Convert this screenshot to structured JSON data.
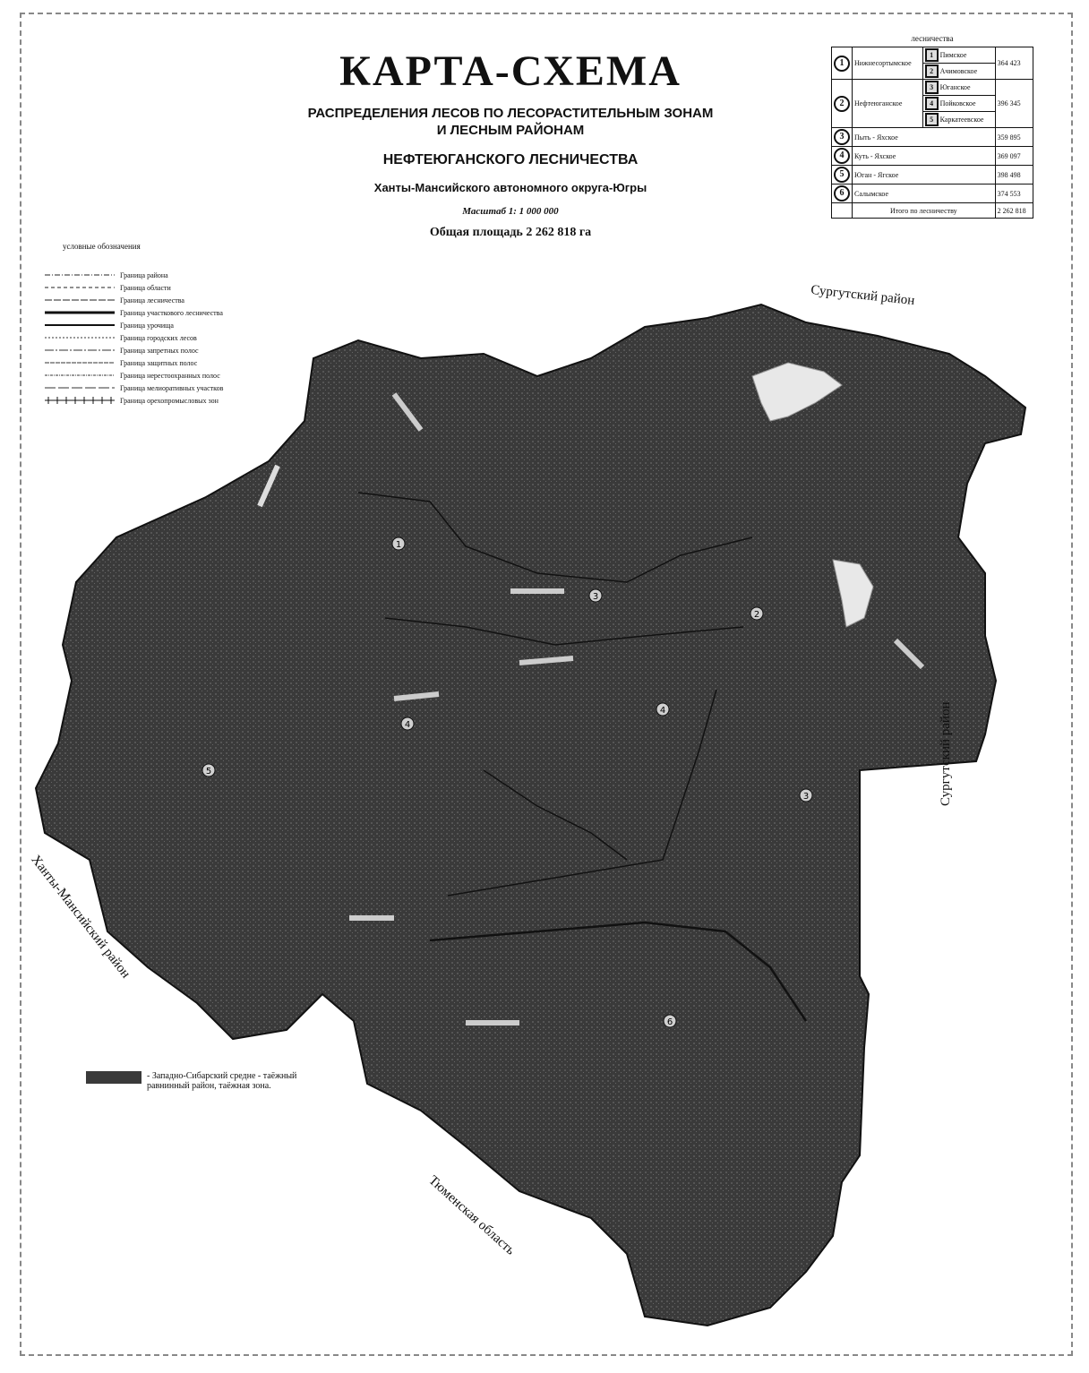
{
  "map": {
    "title": "КАРТА-СХЕМА",
    "subtitle_line1": "РАСПРЕДЕЛЕНИЯ ЛЕСОВ ПО ЛЕСОРАСТИТЕЛЬНЫМ ЗОНАМ",
    "subtitle_line2": "И ЛЕСНЫМ РАЙОНАМ",
    "subtitle_line3": "НЕФТЕЮГАНСКОГО ЛЕСНИЧЕСТВА",
    "subtitle_line4": "Ханты-Мансийского автономного округа-Югры",
    "scale": "Масштаб 1: 1 000 000",
    "total_area": "Общая площадь 2 262 818 га",
    "fill_color": "#3a3a3a"
  },
  "legend": {
    "title": "условные обозначения",
    "items": [
      {
        "label": "Граница района"
      },
      {
        "label": "Граница области"
      },
      {
        "label": "Граница лесничества"
      },
      {
        "label": "Граница участкового лесничества"
      },
      {
        "label": "Граница урочища"
      },
      {
        "label": "Граница городских лесов"
      },
      {
        "label": "Граница запретных полос"
      },
      {
        "label": "Граница защитных полос"
      },
      {
        "label": "Граница нерестоохранных полос"
      },
      {
        "label": "Граница мелиоративных участков"
      },
      {
        "label": "Граница орехопромысловых зон"
      }
    ],
    "forest_zone": "- Западно-Сибарский средне - таёжный равнинный район, таёжная зона."
  },
  "table": {
    "title": "лесничества",
    "rows": [
      {
        "num": "1",
        "name": "Нижнесортымское",
        "sub": [
          {
            "n": "1",
            "label": "Пимское"
          },
          {
            "n": "2",
            "label": "Ачимовское"
          }
        ],
        "area": "364 423"
      },
      {
        "num": "2",
        "name": "Нефтеюганское",
        "sub": [
          {
            "n": "3",
            "label": "Юганское"
          },
          {
            "n": "4",
            "label": "Пойковское"
          },
          {
            "n": "5",
            "label": "Каркатеевское"
          }
        ],
        "area": "396 345"
      },
      {
        "num": "3",
        "name": "Пыть - Яхское",
        "area": "359 895"
      },
      {
        "num": "4",
        "name": "Куть - Яхское",
        "area": "369 097"
      },
      {
        "num": "5",
        "name": "Юган - Ягское",
        "area": "398 498"
      },
      {
        "num": "6",
        "name": "Салымское",
        "area": "374 553"
      }
    ],
    "total_label": "Итого по лесничеству",
    "total_area": "2 262 818"
  },
  "regions": {
    "surgut_top": "Сургутский район",
    "surgut_right": "Сургутский район",
    "khanty": "Ханты-Мансийский район",
    "tyumen": "Тюменская область"
  },
  "zone_markers": [
    "1",
    "2",
    "3",
    "4",
    "5",
    "6"
  ]
}
